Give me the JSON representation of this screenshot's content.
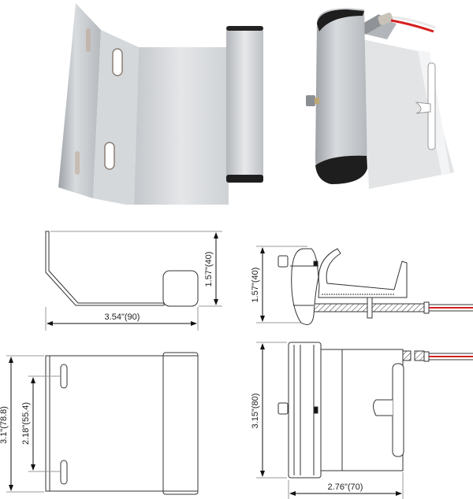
{
  "photos": {
    "bracket": {
      "label": "armature-bracket-photo"
    },
    "sensor": {
      "label": "sensor-unit-photo"
    }
  },
  "drawings": {
    "side_view_bracket": {
      "width_dim": "3.54\"(90)",
      "height_dim": "1.57\"(40)"
    },
    "side_view_sensor": {
      "height_dim": "1.57\"(40)"
    },
    "front_view_bracket": {
      "height_dim": "3.1\"(78.8)",
      "hole_spacing_dim": "2.18\"(55.4)"
    },
    "front_view_sensor": {
      "height_dim": "3.15\"(80)",
      "width_dim": "2.76\"(70)"
    }
  },
  "colors": {
    "aluminum": "#d9dcdf",
    "aluminum_dark": "#a9adb2",
    "rubber": "#1e1e1e",
    "line": "#333333",
    "wire_red": "#d42020"
  }
}
